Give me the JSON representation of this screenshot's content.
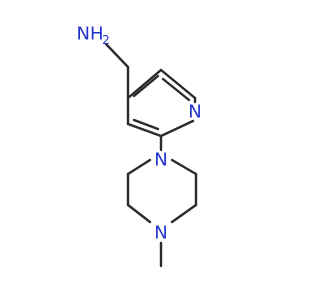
{
  "molecule": {
    "atoms": {
      "amine_n": "NH",
      "amine_h2": "2",
      "pyridine_n": "N",
      "piperazine_n1": "N",
      "piperazine_n4": "N"
    }
  },
  "colors": {
    "bond": "#2b2b2b",
    "heteroatom": "#2233cc"
  }
}
